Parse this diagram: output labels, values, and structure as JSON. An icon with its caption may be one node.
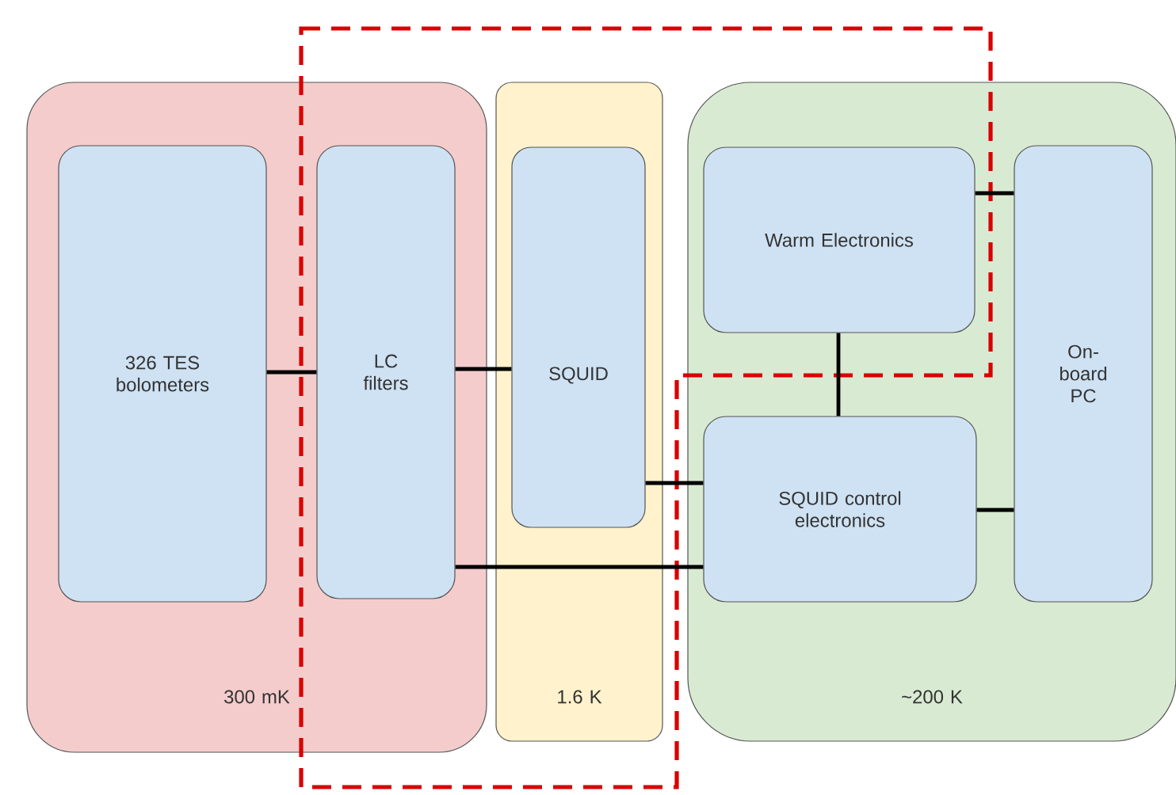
{
  "diagram": {
    "nodes": [
      {
        "text": [
          "300 mK"
        ]
      },
      {
        "text": [
          "326 TES bolometers"
        ],
        "in": 0
      },
      {
        "text": [
          "LC filters"
        ],
        "in": 0
      },
      {
        "text": [
          "1.6 K"
        ]
      },
      {
        "text": [
          "SQUID"
        ],
        "in": 3
      },
      {
        "text": [
          "~200 K"
        ]
      },
      {
        "text": [
          "Warm Electronics"
        ],
        "in": 5
      },
      {
        "text": [
          "SQUID control electronics"
        ],
        "in": 5
      },
      {
        "text": [
          "On-board PC"
        ],
        "in": 5
      }
    ],
    "edges": [
      {
        "from": 1,
        "to": 2,
        "arrow": "none"
      },
      {
        "from": 2,
        "to": 4,
        "arrow": "none"
      },
      {
        "from": 4,
        "to": 7,
        "arrow": "none"
      },
      {
        "from": 2,
        "to": 7,
        "arrow": "none"
      },
      {
        "from": 6,
        "to": 7,
        "arrow": "none"
      },
      {
        "from": 6,
        "to": 8,
        "arrow": "none"
      },
      {
        "from": 7,
        "to": 8,
        "arrow": "none"
      }
    ]
  }
}
